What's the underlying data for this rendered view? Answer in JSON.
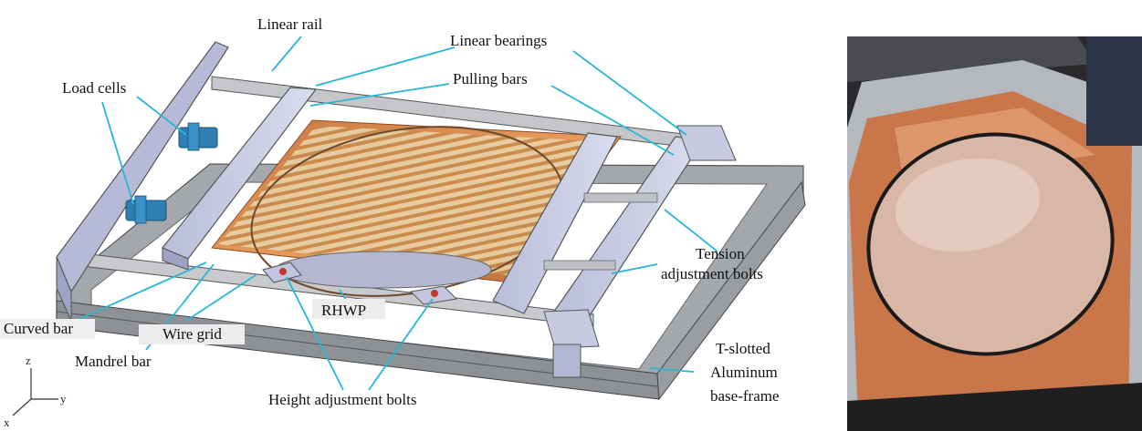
{
  "labels": {
    "linear_rail": "Linear rail",
    "linear_bearings": "Linear bearings",
    "load_cells": "Load cells",
    "pulling_bars": "Pulling bars",
    "tension_1": "Tension",
    "tension_2": "adjustment bolts",
    "rhwp": "RHWP",
    "curved_bar": "Curved bar",
    "wire_grid": "Wire grid",
    "mandrel_bar": "Mandrel bar",
    "height_bolts": "Height adjustment bolts",
    "tslot_1": "T-slotted",
    "tslot_2": "Aluminum",
    "tslot_3": "base-frame"
  },
  "axes": {
    "z": "z",
    "y": "y",
    "x": "x"
  }
}
